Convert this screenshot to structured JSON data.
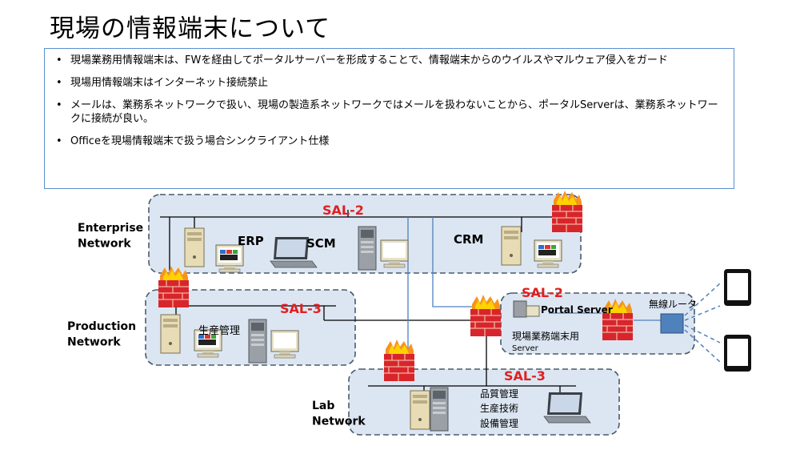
{
  "title": "現場の情報端末について",
  "bullets": [
    "現場業務用情報端末は、FWを経由してポータルサーバーを形成することで、情報端末からのウイルスやマルウェア侵入をガード",
    "現場用情報端末はインターネット接続禁止",
    "メールは、業務系ネットワークで扱い、現場の製造系ネットワークではメールを扱わないことから、ポータルServerは、業務系ネットワークに接続が良い。",
    "Officeを現場情報端末で扱う場合シンクライアント仕様"
  ],
  "diagram": {
    "zones": {
      "enterprise": "Enterprise Network",
      "production": "Production Network",
      "lab": "Lab Network"
    },
    "sal": {
      "enterprise": "SAL-2",
      "portal": "SAL-2",
      "production": "SAL-3",
      "lab": "SAL-3"
    },
    "systems": {
      "erp": "ERP",
      "scm": "SCM",
      "crm": "CRM",
      "production_mgmt": "生産管理",
      "portal_server": "Portal Server",
      "field_terminal_server_1": "現場業務端末用",
      "field_terminal_server_2": "Server",
      "wireless_router": "無線ルータ",
      "lab_1": "品質管理",
      "lab_2": "生産技術",
      "lab_3": "設備管理"
    },
    "colors": {
      "zone_fill": "#dce6f2",
      "zone_stroke": "#4a5a6a",
      "sal_red": "#e02020",
      "link_blue": "#4f81bd",
      "router_blue": "#4f81bd"
    }
  }
}
